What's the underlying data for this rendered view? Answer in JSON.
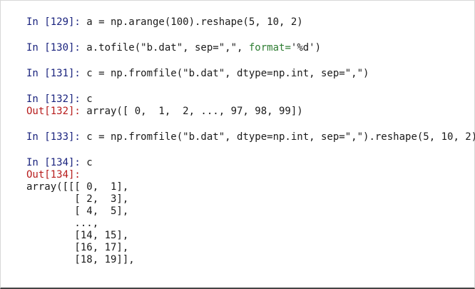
{
  "cells": [
    {
      "in_prompt": "In [129]:",
      "code": " a = np.arange(100).reshape(5, 10, 2)"
    },
    {
      "in_prompt": "In [130]:",
      "code_pre": " a.tofile(\"b.dat\", sep=\",\", ",
      "code_kw": "format=",
      "code_post": "'%d')"
    },
    {
      "in_prompt": "In [131]:",
      "code": " c = np.fromfile(\"b.dat\", dtype=np.int, sep=\",\")"
    },
    {
      "in_prompt": "In [132]:",
      "code": " c",
      "out_prompt": "Out[132]:",
      "output": " array([ 0,  1,  2, ..., 97, 98, 99])"
    },
    {
      "in_prompt": "In [133]:",
      "code": " c = np.fromfile(\"b.dat\", dtype=np.int, sep=\",\").reshape(5, 10, 2)"
    },
    {
      "in_prompt": "In [134]:",
      "code": " c",
      "out_prompt": "Out[134]:",
      "output_lines": [
        "array([[[ 0,  1],",
        "        [ 2,  3],",
        "        [ 4,  5],",
        "        ...,",
        "        [14, 15],",
        "        [16, 17],",
        "        [18, 19]],"
      ]
    }
  ]
}
